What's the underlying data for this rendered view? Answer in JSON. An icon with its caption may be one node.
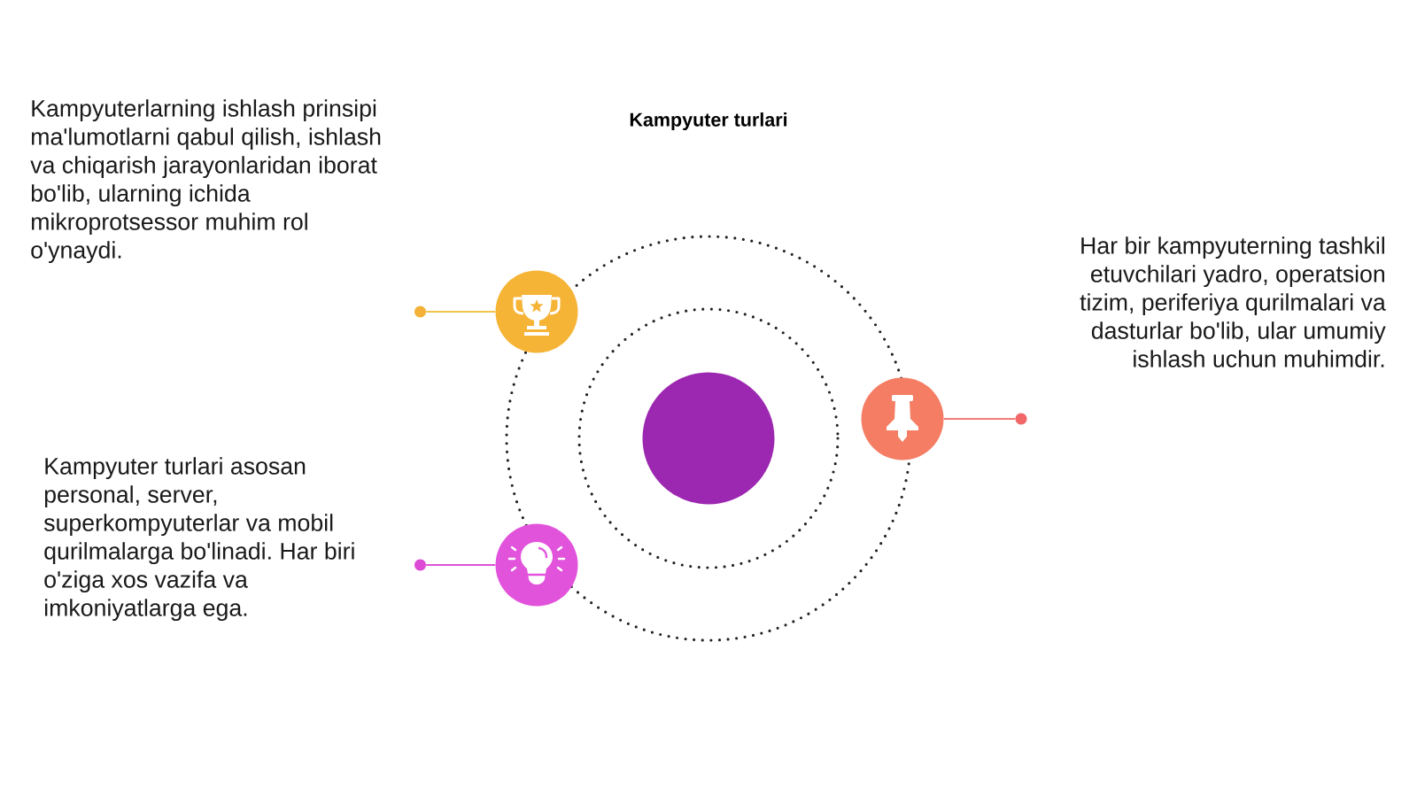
{
  "diagram": {
    "title": "Kampyuter turlari",
    "nodes": [
      {
        "text": [],
        "shape": "circle",
        "beside": [
          "Kampyuterlarning ishlash prinsipi ma'lumotlarni qabul qilish, ishlash va chiqarish jarayonlaridan iborat bo'lib, ularning ichida mikroprotsessor muhim rol o'ynaydi."
        ]
      },
      {
        "text": [],
        "shape": "circle"
      },
      {
        "text": [],
        "shape": "circle"
      },
      {
        "text": [],
        "shape": "circle",
        "beside": [
          "Har bir kampyuterning tashkil etuvchilari yadro, operatsion tizim, periferiya qurilmalari va dasturlar bo'lib, ular umumiy ishlash uchun muhimdir."
        ]
      },
      {
        "text": [],
        "shape": "circle"
      },
      {
        "text": [],
        "shape": "circle",
        "beside": [
          "Kampyuter turlari asosan personal, server, superkompyuterlar va mobil qurilmalarga bo'linadi. Har biri o'ziga xos vazifa va imkoniyatlarga ega."
        ]
      },
      {
        "text": [],
        "shape": "circle"
      }
    ],
    "edges": [
      {
        "from": 1,
        "to": 0,
        "arrow": "none",
        "color": "#f3c44a"
      },
      {
        "from": 2,
        "to": 3,
        "arrow": "none",
        "color": "#f07a78"
      },
      {
        "from": 6,
        "to": 5,
        "arrow": "none",
        "color": "#de52d7"
      }
    ]
  }
}
